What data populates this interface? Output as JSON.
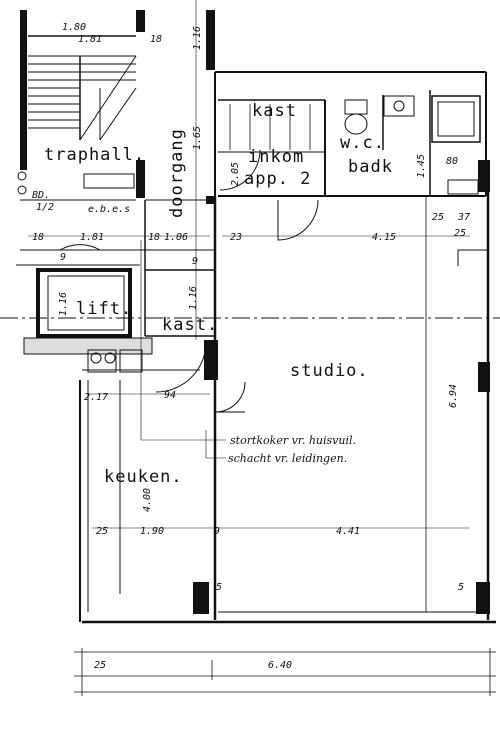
{
  "rooms": {
    "traphall": "traphall.",
    "doorgang": "doorgang",
    "kast_top": "kast",
    "wc": "w.c.",
    "badk": "badk",
    "inkom": "inkom",
    "app": "app. 2",
    "lift": "lift.",
    "kast_mid": "kast.",
    "studio": "studio.",
    "keuken": "keuken."
  },
  "notes": {
    "bd": "BD.",
    "bd_num": "1/2",
    "ebes": "e.b.e.s",
    "stortkoker": "stortkoker vr. huisvuil.",
    "schacht": "schacht vr. leidingen."
  },
  "dims": {
    "d_180": "1.80",
    "d_181_top": "1.81",
    "d_18_top": "18",
    "d_116_top": "1.16",
    "d_165": "1.65",
    "d_205": "2.05",
    "d_80": "80",
    "d_145": "1.45",
    "d_25a": "25",
    "d_37": "37",
    "d_25b": "25",
    "d_18_l": "18",
    "d_181": "1.81",
    "d_18_m": "18",
    "d_106": "1.06",
    "d_23": "23",
    "d_415": "4.15",
    "d_9a": "9",
    "d_9b": "9",
    "d_116_l": "1.16",
    "d_116_m": "1.16",
    "d_94_v": "6.94",
    "d_217": "2.17",
    "d_94": "94",
    "d_400": "4.00",
    "d_25c": "25",
    "d_190": "1.90",
    "d_9c": "9",
    "d_441": "4.41",
    "d_5a": "5",
    "d_5b": "5",
    "d_25d": "25",
    "d_640": "6.40"
  }
}
